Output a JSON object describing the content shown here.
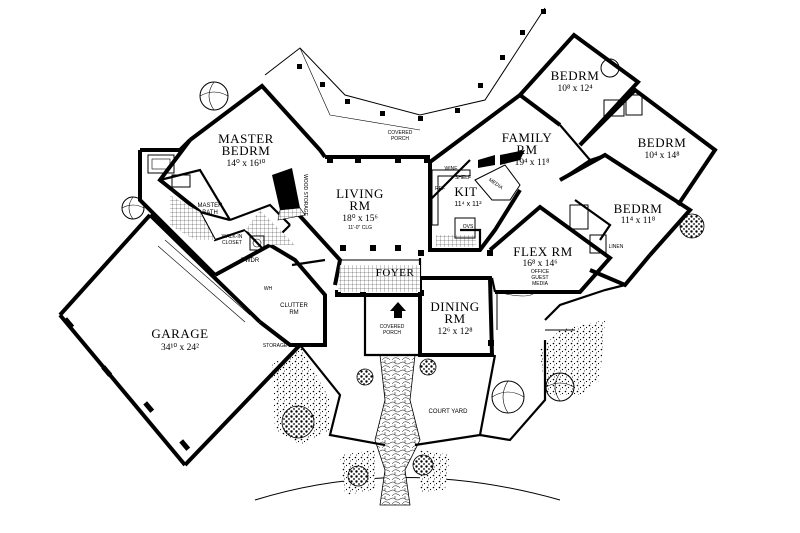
{
  "rooms": {
    "master_bedrm": {
      "name_line1": "MASTER",
      "name_line2": "BEDRM",
      "dims": "14⁰ x 16¹⁰"
    },
    "living_rm": {
      "name_line1": "LIVING",
      "name_line2": "RM",
      "dims": "18⁰ x 15⁶"
    },
    "family_rm": {
      "name_line1": "FAMILY",
      "name_line2": "RM",
      "dims": "19⁴ x 11⁸"
    },
    "kit": {
      "name": "KIT",
      "dims": "11⁴ x 11²"
    },
    "bedrm_top": {
      "name": "BEDRM",
      "dims": "10⁸ x 12⁴"
    },
    "bedrm_right": {
      "name": "BEDRM",
      "dims": "10⁴ x 14⁸"
    },
    "bedrm_lower": {
      "name": "BEDRM",
      "dims": "11⁴ x 11⁸"
    },
    "flex_rm": {
      "name": "FLEX RM",
      "dims": "16⁸ x 14⁶",
      "note_line1": "OFFICE",
      "note_line2": "GUEST",
      "note_line3": "MEDIA"
    },
    "foyer": {
      "name": "FOYER"
    },
    "dining_rm": {
      "name_line1": "DINING",
      "name_line2": "RM",
      "dims": "12⁶ x 12⁸"
    },
    "garage": {
      "name": "GARAGE",
      "dims": "34¹⁰ x 24²"
    },
    "master_bath": {
      "name_line1": "MASTER",
      "name_line2": "BATH"
    },
    "walk_in_closet": {
      "name_line1": "WALK-IN",
      "name_line2": "CLOSET"
    },
    "pwdr": {
      "name": "PWDR"
    },
    "clutter_rm": {
      "name_line1": "CLUTTER",
      "name_line2": "RM"
    }
  },
  "labels": {
    "covered_porch": {
      "line1": "COVERED",
      "line2": "PORCH"
    },
    "covered_porch_entry": {
      "line1": "COVERED",
      "line2": "PORCH"
    },
    "court_yard": "COURT YARD",
    "storage": "STORAGE",
    "wood_storage": "WOOD STORAGE",
    "shelf": "SHELF",
    "wine": "WINE",
    "ref": "REF",
    "wh": "WH",
    "ovs": "OVS",
    "media": "MEDIA",
    "linen": "LINEN",
    "clg_note": "11'-0\" CLG"
  }
}
